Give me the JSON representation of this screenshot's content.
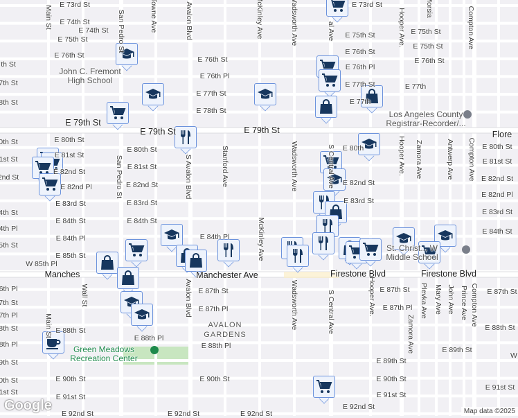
{
  "labels": [
    "E 73rd St",
    "E 74th St",
    "E 75th St",
    "E 75th St",
    "E 74th St",
    "E 73rd St",
    "E 75th St",
    "E 76th St",
    "E 76th St",
    "E 76th St",
    "E 76th Pl",
    "E 76th Pl",
    "E 77th St",
    "E 77th St",
    "E 78th St",
    "E 77th",
    "E 79th St",
    "E 79th St",
    "E 79th St",
    "E 80th St",
    "E 80th St",
    "E 80th",
    "E 80th St",
    "E 81st St",
    "E 81st St",
    "E 81st St",
    "E 82nd St",
    "E 82nd St",
    "E 82nd St",
    "E 82nd St",
    "E 82nd Pl",
    "E 82nd Pl",
    "E 83rd St",
    "E 83rd St",
    "E 83rd St",
    "E 84th St",
    "E 84th Pl",
    "E 84th Pl",
    "E 84th St",
    "E 85th St",
    "W 85th Pl",
    "Manchester Ave",
    "Manches",
    "Firestone Blvd",
    "Firestone Blvd",
    "E 87th St",
    "E 87th St",
    "E 87th St",
    "E 87th Pl",
    "E 87th Pl",
    "E 88th St",
    "E 88th St",
    "E 88th Pl",
    "E 88th Pl",
    "E 89th St",
    "E 89th St",
    "E 90th St",
    "E 90th St",
    "E 90th St",
    "E 91st St",
    "E 91st St",
    "E 91st St",
    "E 92nd St",
    "E 92nd St",
    "E 92nd St",
    "E 92nd St",
    "Flore",
    "th St",
    "7th St",
    "8th St",
    "0th St",
    "1st St",
    "2nd St",
    "4th St",
    "4th Pl",
    "5th St",
    "6th Pl",
    "7th St",
    "7th Pl",
    "8th St",
    "8th Pl",
    "9th St",
    "0th St",
    "1st St",
    "W",
    "E 75th St",
    "E 76th St",
    "E 83rd St",
    "E 84th St",
    "E 77th"
  ],
  "vlabels": [
    "Main St",
    "San Pedro St",
    "Towne Ave",
    "Avalon Blvd",
    "McKinley Ave",
    "Wadsworth Ave",
    "al Ave",
    "Hooper Ave.",
    "Compton Ave",
    "Morsia",
    "Stanford Ave",
    "San Pedro St",
    "S Avalon Blvd",
    "McKinley Ave",
    "Wadsworth Ave",
    "S Central Ave",
    "Hooper Ave.",
    "Zamora Ave",
    "Antwerp Ave",
    "Compton Ave",
    "Main St",
    "Wall St",
    "Avalon Blvd",
    "Wadsworth Ave",
    "S Central Ave",
    "Hooper Ave.",
    "Zamora Ave",
    "Plevka Ave",
    "Mary Ave",
    "John Ave",
    "Prince Ave",
    "Compton Ave"
  ],
  "pois": {
    "fremont": "John C. Fremont\nHigh School",
    "green_meadows": "Green Meadows\nRecreation Center",
    "registrar": "Los Angeles County\nRegistrar-Recorder/...",
    "middle_school": "St. Christ... W\nMiddle School",
    "avalon_gardens": "AVALON\nGARDENS"
  },
  "markers": [
    "cart",
    "school",
    "cart",
    "cart",
    "school",
    "school",
    "bag",
    "bag",
    "cart",
    "fork",
    "school",
    "cart",
    "cart",
    "cart",
    "cart",
    "cart",
    "school",
    "fork",
    "bag",
    "fork",
    "school",
    "school",
    "school",
    "fork",
    "fork",
    "bag",
    "cart",
    "cart",
    "cart",
    "bag",
    "bag",
    "fork",
    "bag",
    "bag",
    "fork",
    "school",
    "school",
    "coffee",
    "cart",
    "cart"
  ],
  "footer": {
    "logo": "Google",
    "attribution": "Map data ©2025"
  },
  "colors": {
    "marker_border": "#6b92dc",
    "marker_bg": "#eef3fc",
    "icon": "#17375e",
    "park": "#c8e6c0",
    "background": "#f1f0f4"
  }
}
